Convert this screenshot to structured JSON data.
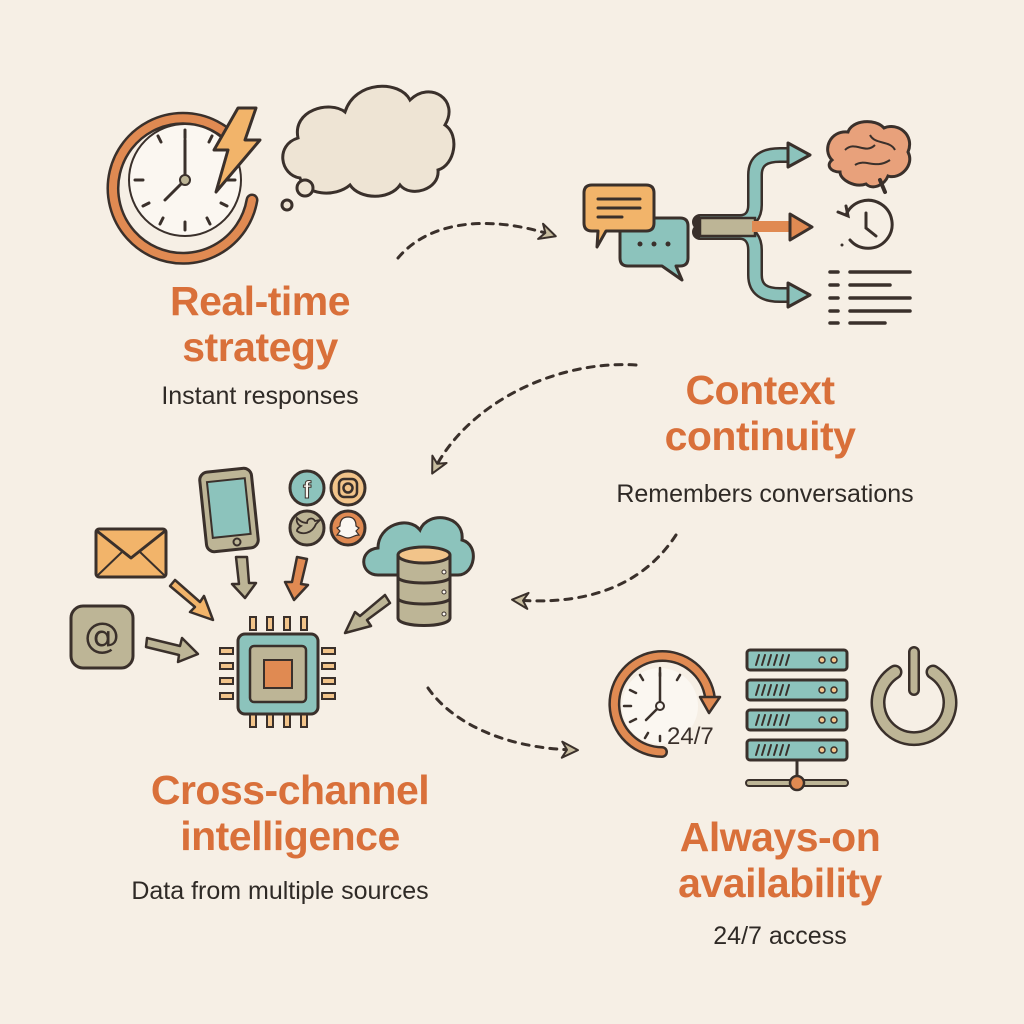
{
  "colors": {
    "background": "#f6efe5",
    "accent_orange": "#d9703a",
    "light_orange": "#f2b46a",
    "teal": "#8cc3bc",
    "khaki": "#bdb596",
    "outline": "#3a302b",
    "text_dark": "#2f2a26"
  },
  "sections": [
    {
      "id": "real-time",
      "title_line1": "Real-time",
      "title_line2": "strategy",
      "subtitle": "Instant responses",
      "icons": [
        "clock-icon",
        "lightning-bolt-icon",
        "thought-cloud-icon"
      ]
    },
    {
      "id": "context",
      "title_line1": "Context",
      "title_line2": "continuity",
      "subtitle": "Remembers conversations",
      "icons": [
        "chat-bubbles-icon",
        "branching-arrows-icon",
        "brain-icon",
        "history-clock-icon",
        "list-icon"
      ]
    },
    {
      "id": "cross-channel",
      "title_line1": "Cross-channel",
      "title_line2": "intelligence",
      "subtitle": "Data from multiple sources",
      "icons": [
        "email-envelope-icon",
        "at-sign-icon",
        "smartphone-icon",
        "facebook-icon",
        "instagram-icon",
        "twitter-icon",
        "snapchat-icon",
        "cloud-database-icon",
        "processor-chip-icon"
      ]
    },
    {
      "id": "always-on",
      "title_line1": "Always-on",
      "title_line2": "availability",
      "subtitle": "24/7 access",
      "clock_label": "24/7",
      "icons": [
        "clock-247-icon",
        "server-rack-icon",
        "power-icon"
      ]
    }
  ],
  "flow_arrows": [
    "realtime-to-context",
    "context-to-crosschannel",
    "context-to-crosschannel-2",
    "crosschannel-to-alwayson"
  ]
}
